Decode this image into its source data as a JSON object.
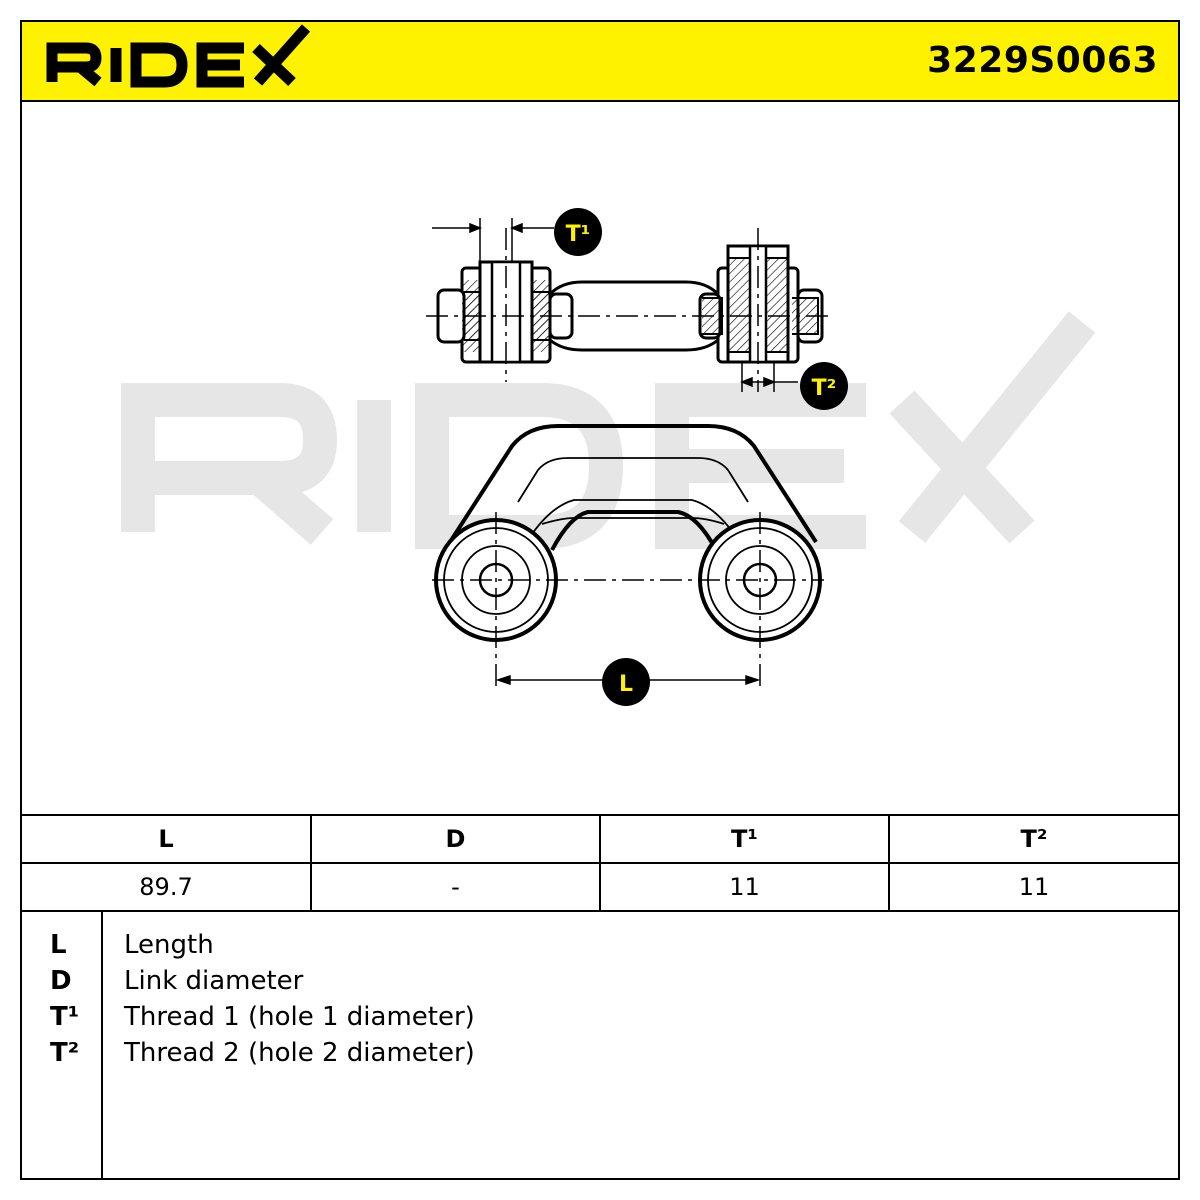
{
  "header": {
    "brand": "RIDEX",
    "part_number": "3229S0063",
    "brand_color": "#FFF200"
  },
  "drawing": {
    "watermark": "RIDEX",
    "callouts": {
      "t1": "T¹",
      "t2": "T²",
      "l": "L"
    },
    "callout_label_color": "#FFF200"
  },
  "spec_table": {
    "headers": [
      "L",
      "D",
      "T¹",
      "T²"
    ],
    "values": [
      "89.7",
      "-",
      "11",
      "11"
    ]
  },
  "legend": [
    {
      "key": "L",
      "desc": "Length"
    },
    {
      "key": "D",
      "desc": "Link diameter"
    },
    {
      "key": "T¹",
      "desc": "Thread 1 (hole 1 diameter)"
    },
    {
      "key": "T²",
      "desc": "Thread 2 (hole 2 diameter)"
    }
  ]
}
